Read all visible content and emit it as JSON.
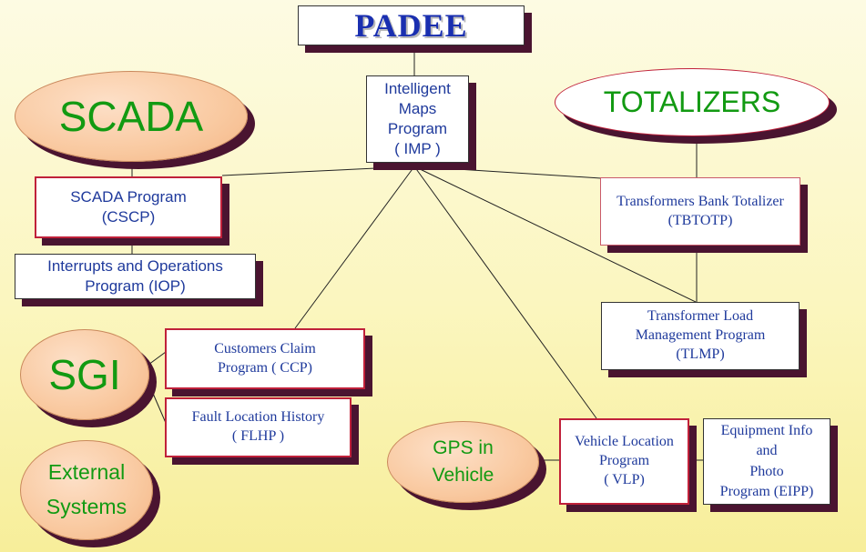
{
  "title": "PADEE",
  "imp": "Intelligent\nMaps\nProgram\n( IMP )",
  "scada": {
    "label": "SCADA",
    "program": "SCADA Program\n(CSCP)",
    "iop": "Interrupts and Operations\nProgram (IOP)"
  },
  "totalizers": {
    "label": "TOTALIZERS",
    "tbtotp": "Transformers Bank Totalizer\n(TBTOTP)",
    "tlmp": "Transformer Load\nManagement  Program\n(TLMP)"
  },
  "sgi": {
    "label": "SGI",
    "ccp": "Customers Claim\nProgram ( CCP)",
    "flhp": "Fault Location History\n( FLHP )"
  },
  "external": "External\nSystems",
  "gps": {
    "label": "GPS in\nVehicle",
    "vlp": "Vehicle  Location\nProgram\n( VLP)",
    "eipp": "Equipment Info\nand\nPhoto\nProgram (EIPP)"
  },
  "colors": {
    "text_blue": "#1f3a9c",
    "title_blue": "#1a2fb0",
    "green": "#129a12",
    "border_red": "#c0213a",
    "shadow": "#4a1430"
  }
}
